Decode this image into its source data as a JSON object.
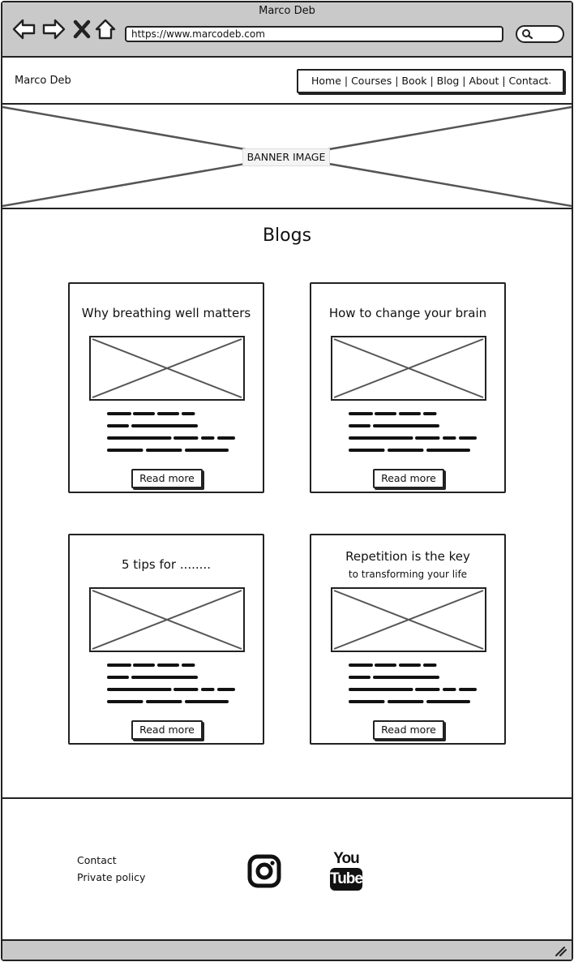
{
  "browser": {
    "window_title": "Marco Deb",
    "url": "https://www.marcodeb.com",
    "icons": [
      "back-arrow-icon",
      "forward-arrow-icon",
      "close-icon",
      "home-icon",
      "search-icon",
      "resize-grip-icon"
    ]
  },
  "header": {
    "brand": "Marco Deb",
    "nav": {
      "items": "Home | Courses | Book | Blog | About | Contact",
      "more": "..."
    }
  },
  "banner": {
    "label": "BANNER IMAGE"
  },
  "main": {
    "title": "Blogs",
    "cards": [
      {
        "title": "Why breathing well matters",
        "subtitle": "",
        "button": "Read more"
      },
      {
        "title": "How to change your brain",
        "subtitle": "",
        "button": "Read more"
      },
      {
        "title": "5 tips for ........",
        "subtitle": "",
        "button": "Read more"
      },
      {
        "title": "Repetition is the key",
        "subtitle": "to transforming your life",
        "button": "Read more"
      }
    ]
  },
  "footer": {
    "links": [
      "Contact",
      "Private policy"
    ],
    "social": [
      "instagram-icon",
      "youtube-icon"
    ],
    "youtube_top": "You",
    "youtube_bottom": "Tube"
  }
}
